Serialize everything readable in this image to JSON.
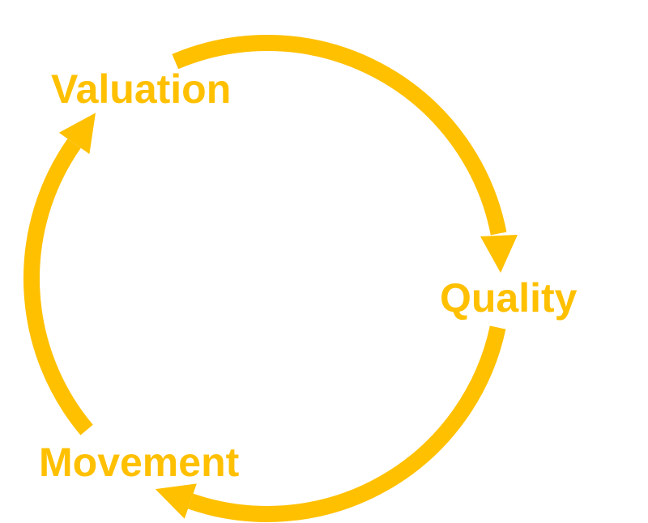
{
  "diagram": {
    "type": "cycle",
    "direction": "clockwise",
    "accent_color": "#FFC000",
    "background_color": "#FFFFFF",
    "nodes": [
      {
        "label": "Valuation",
        "position": "top-left"
      },
      {
        "label": "Quality",
        "position": "right"
      },
      {
        "label": "Movement",
        "position": "bottom-left"
      }
    ],
    "connections": [
      {
        "from": "Valuation",
        "to": "Quality",
        "style": "curved-arrow"
      },
      {
        "from": "Quality",
        "to": "Movement",
        "style": "curved-arrow"
      },
      {
        "from": "Movement",
        "to": "Valuation",
        "style": "curved-arrow"
      }
    ]
  }
}
